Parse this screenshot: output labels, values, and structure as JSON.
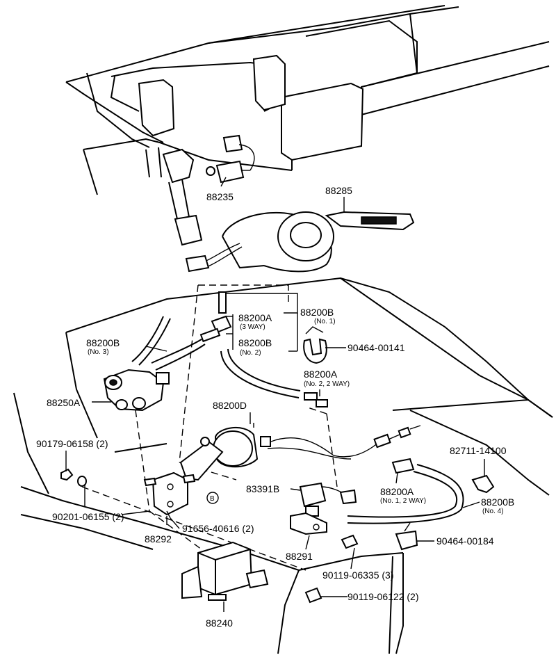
{
  "labels": {
    "p88235": "88235",
    "p88285": "88285",
    "p88200B_top": "88200B",
    "p88200B_top_sub": "(No. 1)",
    "p88200A_top": "88200A",
    "p88200A_top_sub": "(3 WAY)",
    "p88200B_mid": "88200B",
    "p88200B_mid_sub": "(No. 2)",
    "p88200B_left": "88200B",
    "p88200B_left_sub": "(No. 3)",
    "p90464_00141": "90464-00141",
    "p88200A_mid": "88200A",
    "p88200A_mid_sub": "(No. 2, 2 WAY)",
    "p88250A": "88250A",
    "p88200D": "88200D",
    "p82711": "82711-14100",
    "p90179": "90179-06158 (2)",
    "p83391B": "83391B",
    "p88200A_right": "88200A",
    "p88200A_right_sub": "(No. 1, 2 WAY)",
    "p88200B_right": "88200B",
    "p88200B_right_sub": "(No. 4)",
    "p90201": "90201-06155 (2)",
    "p91656": "91656-40616 (2)",
    "circleB": "B",
    "p88292": "88292",
    "p88291": "88291",
    "p90464_00184": "90464-00184",
    "p90119_06335": "90119-06335 (3)",
    "p90119_06122": "90119-06122 (2)",
    "p88240": "88240"
  }
}
